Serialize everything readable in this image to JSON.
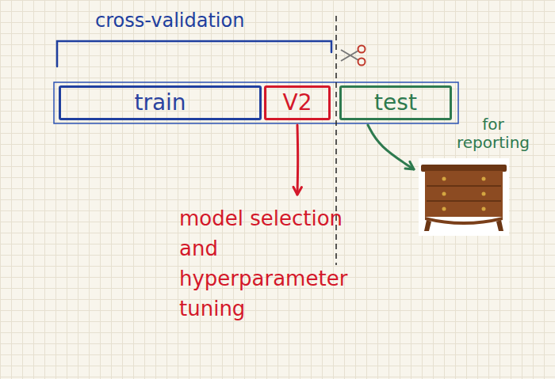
{
  "diagram": {
    "nodes": [
      {
        "text": [
          "train"
        ]
      },
      {
        "text": [
          "V2"
        ]
      },
      {
        "text": [
          "test"
        ]
      }
    ],
    "labels": [
      "cross-validation",
      "for reporting",
      "model selection and hyperparameter tuning"
    ]
  }
}
